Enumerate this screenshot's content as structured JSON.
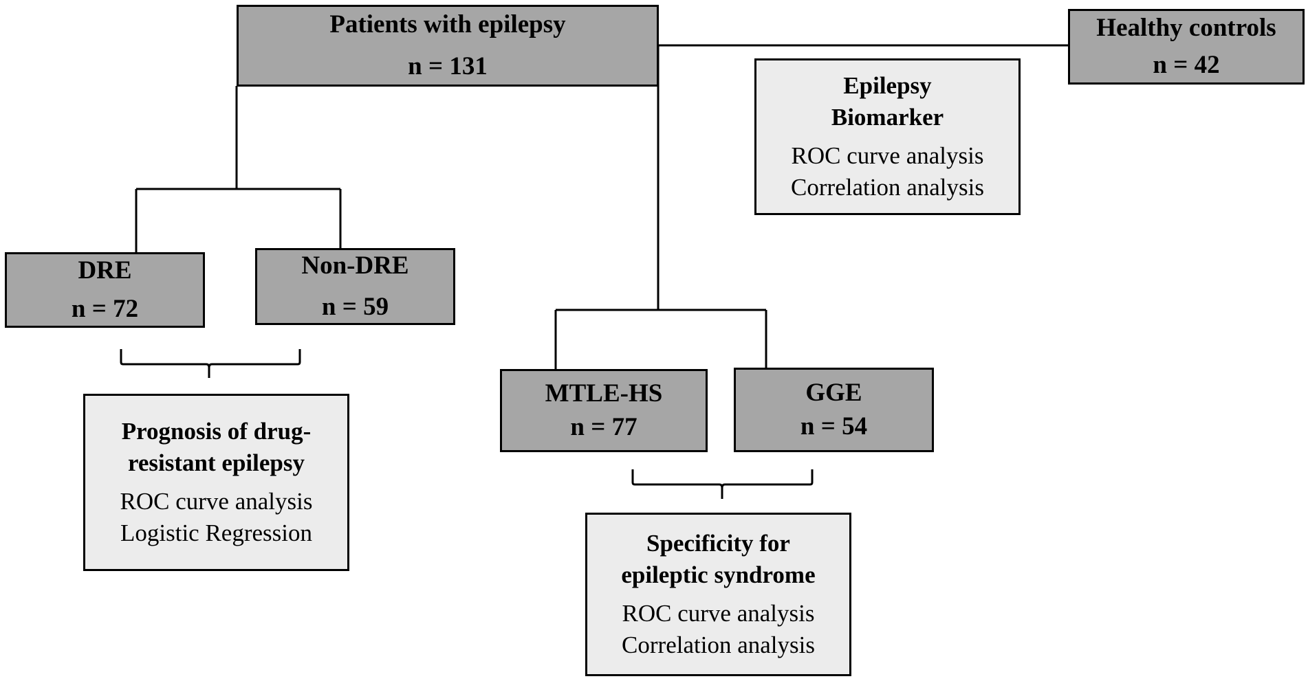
{
  "groups": {
    "patients": {
      "label": "Patients with epilepsy",
      "n": "n = 131"
    },
    "controls": {
      "label": "Healthy controls",
      "n": "n = 42"
    },
    "dre": {
      "label": "DRE",
      "n": "n = 72"
    },
    "non_dre": {
      "label": "Non-DRE",
      "n": "n = 59"
    },
    "mtle_hs": {
      "label": "MTLE-HS",
      "n": "n = 77"
    },
    "gge": {
      "label": "GGE",
      "n": "n = 54"
    }
  },
  "analyses": {
    "biomarker": {
      "title": "Epilepsy\nBiomarker",
      "items": [
        "ROC curve analysis",
        "Correlation analysis"
      ]
    },
    "prognosis": {
      "title": "Prognosis of drug-\nresistant epilepsy",
      "items": [
        "ROC curve analysis",
        "Logistic Regression"
      ]
    },
    "specificity": {
      "title": "Specificity for\nepileptic syndrome",
      "items": [
        "ROC curve analysis",
        "Correlation analysis"
      ]
    }
  },
  "colors": {
    "group_fill": "#a6a6a6",
    "analysis_fill": "#ececec",
    "line": "#000000"
  }
}
